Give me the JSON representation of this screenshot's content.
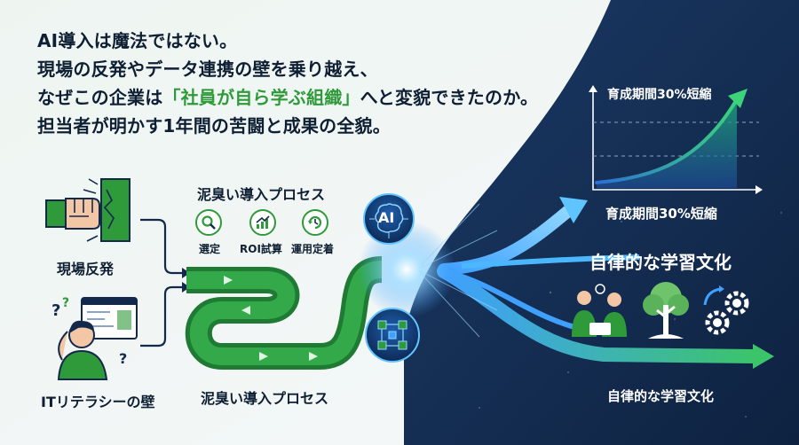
{
  "headline": {
    "line1": "AI導入は魔法ではない。",
    "line2": "現場の反発やデータ連携の壁を乗り越え、",
    "line3_pre": "なぜこの企業は",
    "line3_highlight": "「社員が自ら学ぶ組織」",
    "line3_post": "へと変貌できたのか。",
    "line4": "担当者が明かす1年間の苦闘と成果の全貌。"
  },
  "left": {
    "resistance_label": "現場反発",
    "literacy_label": "ITリテラシーの壁"
  },
  "process": {
    "title_top": "泥臭い導入プロセス",
    "title_bottom": "泥臭い導入プロセス",
    "steps": [
      "選定",
      "ROI試算",
      "運用定着"
    ]
  },
  "center": {
    "ai_badge": "AI"
  },
  "chart": {
    "top_label": "育成期間30%短縮",
    "bottom_label": "育成期間30%短縮"
  },
  "culture": {
    "title": "自律的な学習文化",
    "bottom_label": "自律的な学習文化"
  },
  "colors": {
    "green": "#2f9a3a",
    "navy": "#13294b",
    "cyan": "#3fa0ff"
  },
  "icons": [
    "fist-icon",
    "cracked-wall-icon",
    "confused-person-icon",
    "search-icon",
    "growth-chart-icon",
    "cycle-icon",
    "brain-chip-icon",
    "workflow-icon",
    "people-icon",
    "tree-icon",
    "gears-icon"
  ]
}
